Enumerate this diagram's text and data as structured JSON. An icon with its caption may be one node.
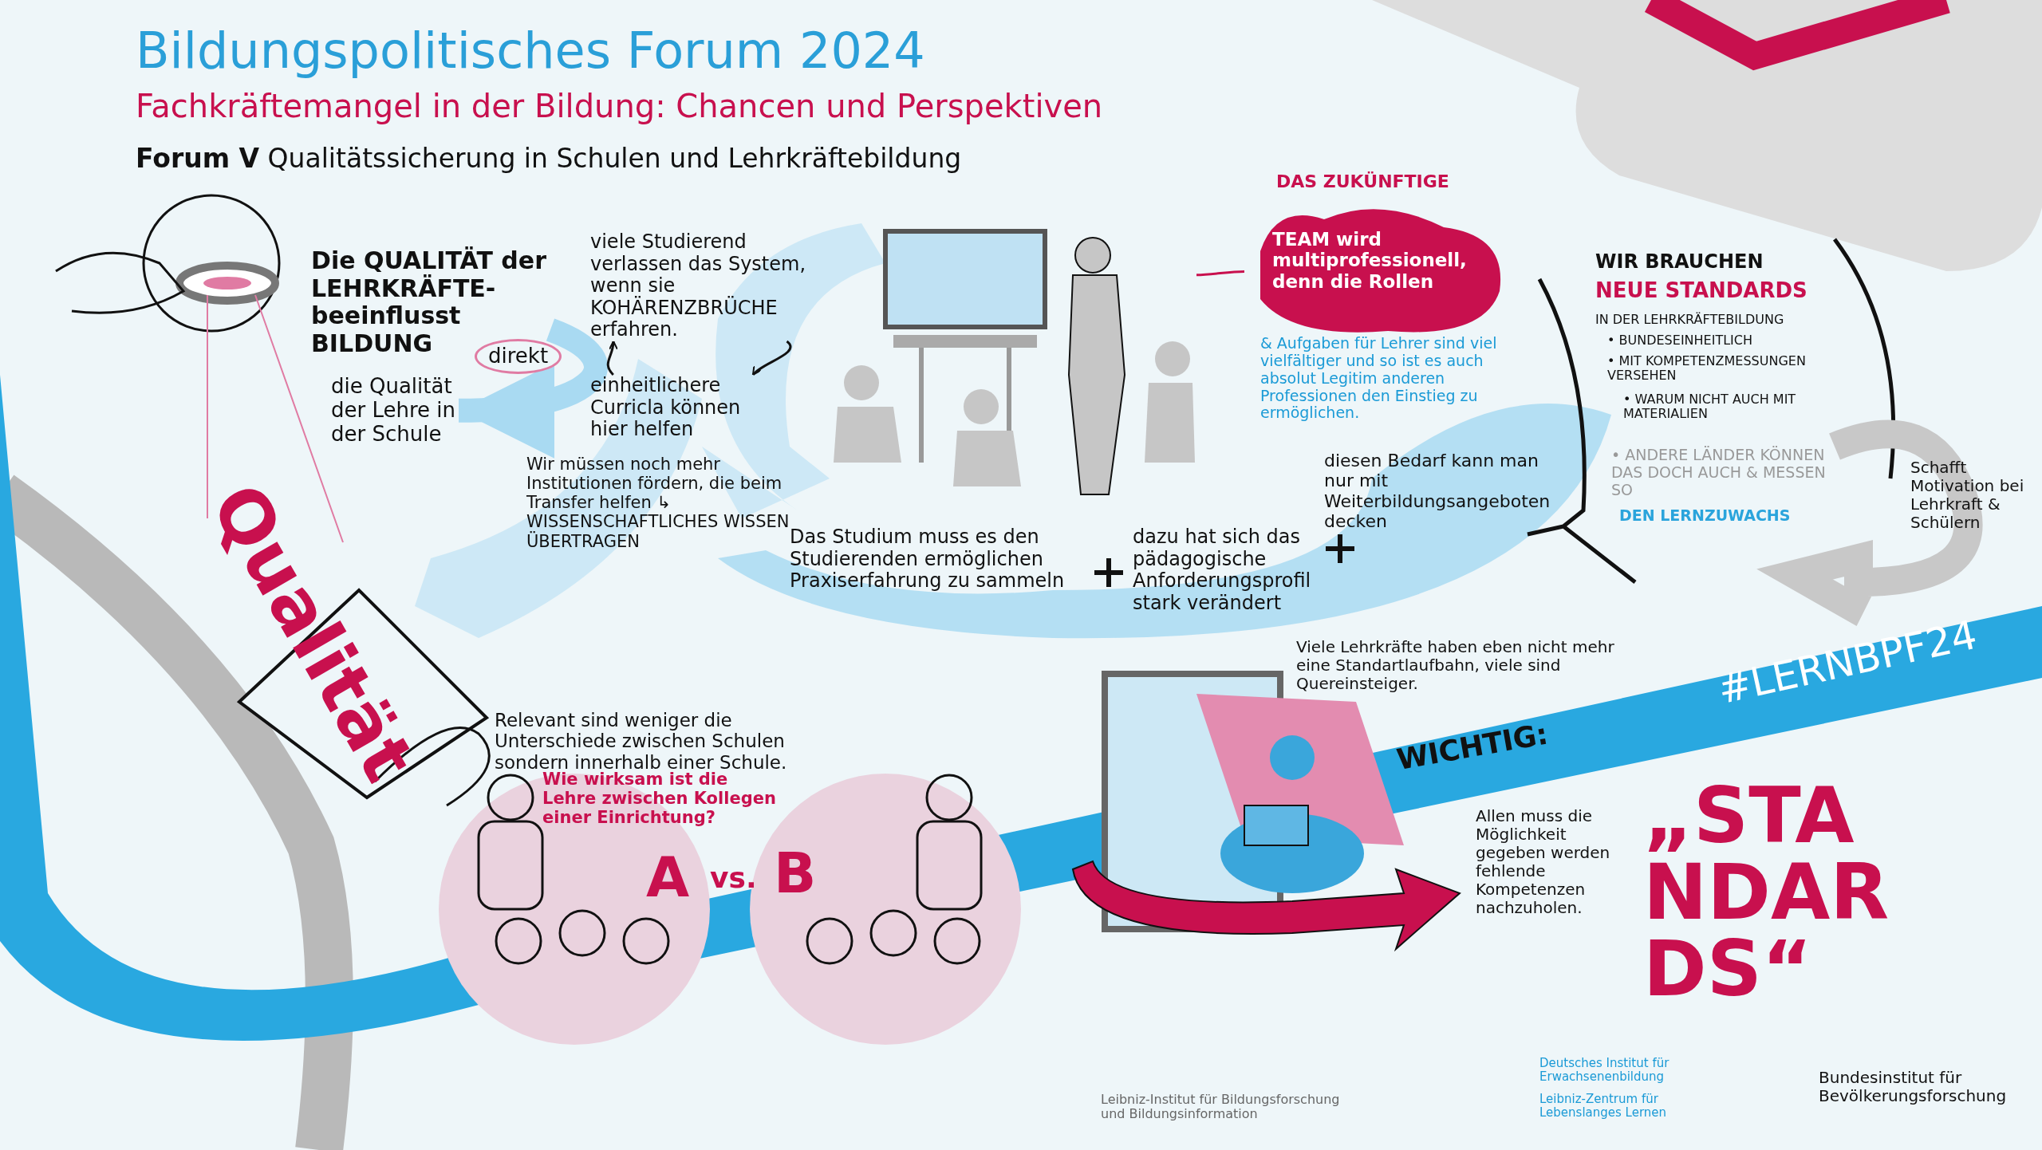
{
  "diagram": {
    "title": "Bildungspolitisches Forum 2024",
    "nodes": [
      {
        "text": [
          "Die QUALITÄT der LEHRKRÄFTE- beeinflusst BILDUNG"
        ]
      },
      {
        "text": [
          "die Qualität der Lehre in der Schule"
        ]
      },
      {
        "text": [
          "viele Studierend verlassen das System, wenn sie KOHÄRENZBRÜCHE erfahren."
        ]
      },
      {
        "text": [
          "einheitlichere Curricla können hier helfen"
        ]
      },
      {
        "text": [],
        "shape": "picture"
      },
      {
        "text": [
          "DAS ZUKÜNFTIGE",
          "TEAM wird multiprofessionell, denn die Rollen"
        ],
        "beside": [
          "& Aufgaben für Lehrer sind viel vielfältiger und so ist es auch absolut Legitim anderen Professionen den Einstieg zu ermöglichen."
        ]
      }
    ],
    "edges": [
      {
        "from": 0,
        "to": 1,
        "arrow": "to",
        "label": "direkt",
        "style": "thick",
        "color": "#a9daf2"
      },
      {
        "from": 3,
        "to": 2,
        "arrow": "to"
      },
      {
        "from": 2,
        "to": 3,
        "arrow": "to"
      },
      {
        "from": 4,
        "to": 5,
        "arrow": "none",
        "color": "#c8104e"
      }
    ],
    "labels": [
      "Fachkräftemangel in der Bildung: Chancen und Perspektiven",
      "**Forum V** Qualitätssicherung in Schulen und Lehrkräftebildung",
      "Qualität",
      "Wir müssen noch mehr Institutionen fördern, die beim Transfer helfen ↳ WISSENSCHAFTLICHES WISSEN ÜBERTRAGEN",
      "diesen Bedarf kann man nur mit Weiterbildungsangeboten decken",
      "Das Studium muss es den Studierenden ermöglichen Praxiserfahrung zu sammeln",
      "dazu hat sich das pädagogische Anforderungsprofil stark verändert",
      "WIR BRAUCHEN",
      "NEUE STANDARDS",
      "IN DER LEHRKRÄFTEBILDUNG",
      "• BUNDESEINHEITLICH",
      "• MIT KOMPETENZMESSUNGEN VERSEHEN",
      "• WARUM NICHT AUCH MIT MATERIALIEN",
      "• ANDERE LÄNDER KÖNNEN DAS DOCH AUCH & MESSEN SO",
      "DEN LERNZUWACHS",
      "Schafft Motivation bei Lehrkraft & Schülern",
      "Relevant sind weniger die Unterschiede zwischen Schulen sondern innerhalb einer Schule.",
      "Wie wirksam ist die Lehre zwischen Kollegen einer Einrichtung?",
      "A",
      "vs.",
      "B",
      "Viele Lehrkräfte haben eben nicht mehr eine Standartlaufbahn, viele sind Quereinsteiger.",
      "WICHTIG:",
      "Allen muss die Möglichkeit gegeben werden fehlende Kompetenzen nachzuholen.",
      "„STANDARDS“",
      "#LERNBPF24",
      "Leibniz-Institut für Bildungsforschung und Bildungsinformation",
      "Deutsches Institut für Erwachsenenbildung",
      "Leibniz-Zentrum für Lebenslanges Lernen",
      "Bundesinstitut für Bevölkerungsforschung"
    ]
  }
}
